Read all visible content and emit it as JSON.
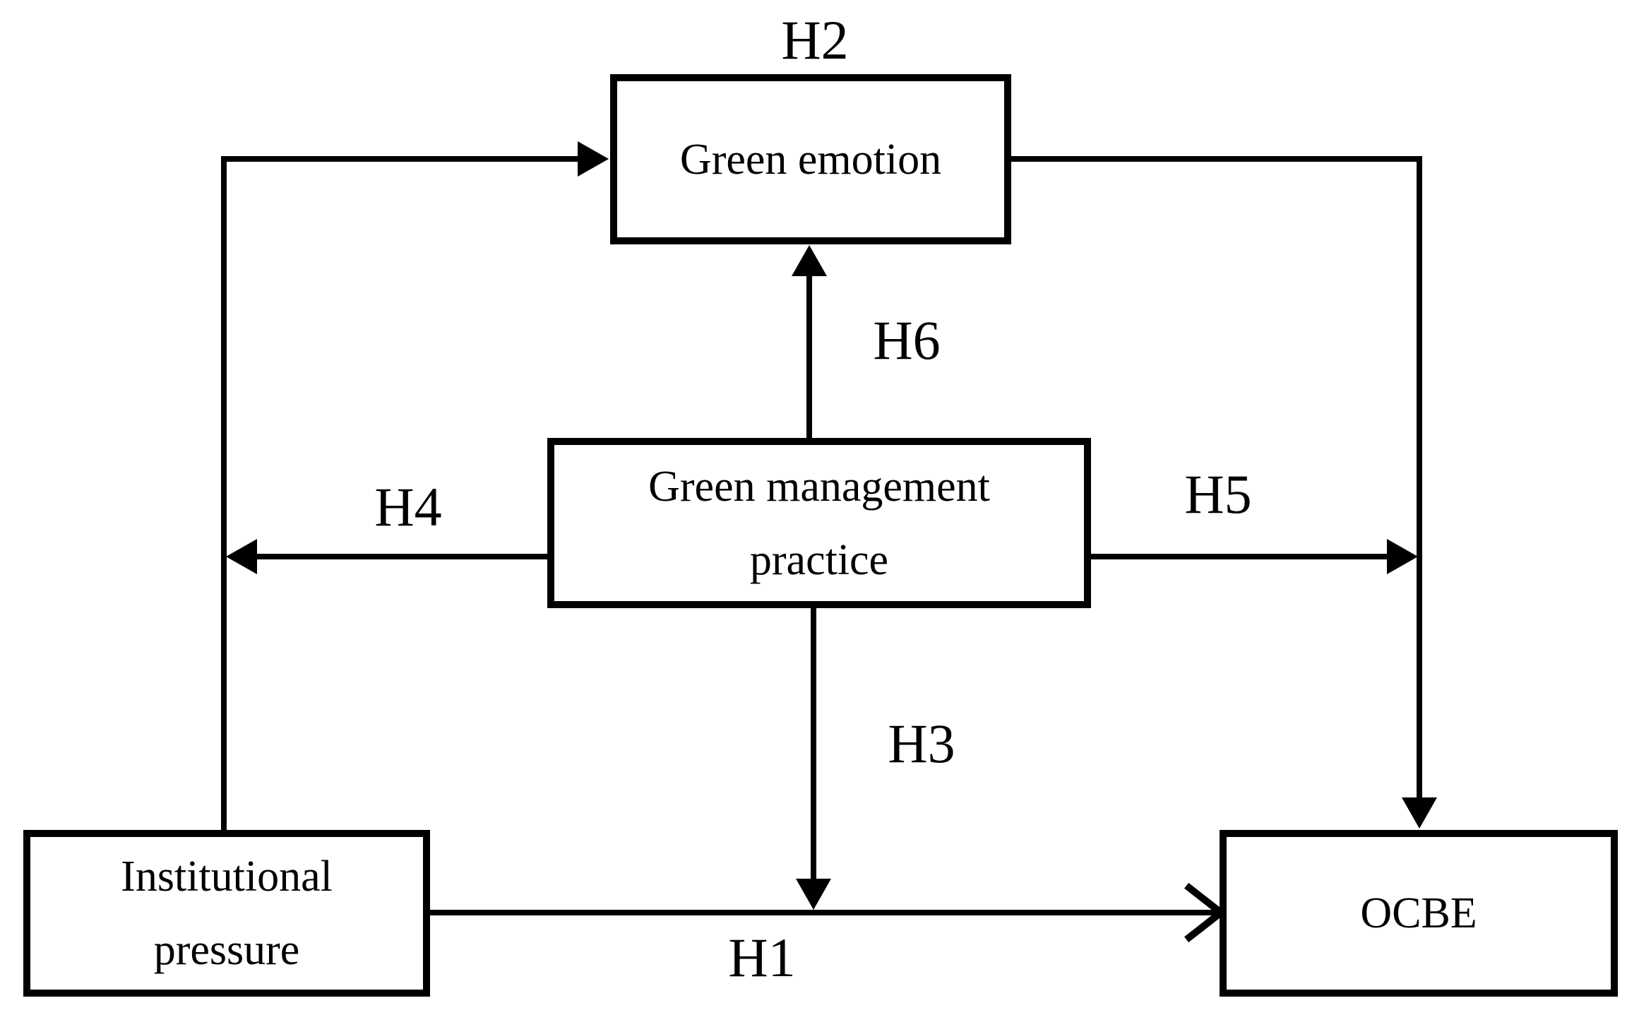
{
  "diagram": {
    "background_color": "#ffffff",
    "line_color": "#000000",
    "nodes": {
      "green_emotion": {
        "label": "Green emotion"
      },
      "green_management_practice": {
        "line1": "Green management",
        "line2": "practice"
      },
      "institutional_pressure": {
        "line1": "Institutional",
        "line2": "pressure"
      },
      "ocbe": {
        "label": "OCBE"
      }
    },
    "hypotheses": {
      "h1": "H1",
      "h2": "H2",
      "h3": "H3",
      "h4": "H4",
      "h5": "H5",
      "h6": "H6"
    }
  }
}
